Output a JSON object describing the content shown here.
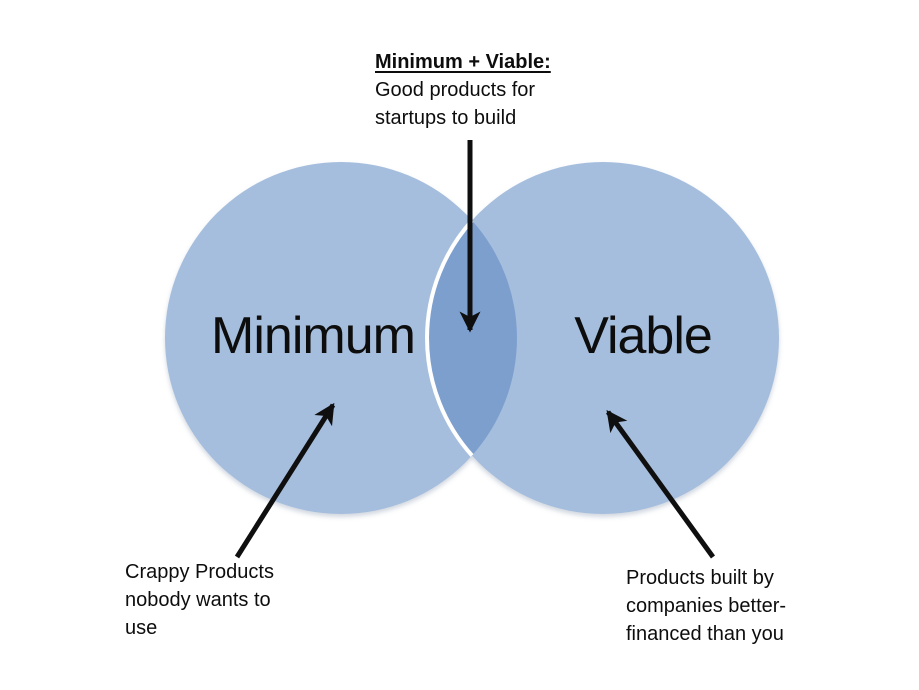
{
  "colors": {
    "circle_fill": "#a6bedd",
    "overlap_fill": "#7c9fce",
    "divider": "#ffffff",
    "arrow": "#0f0f0f",
    "text": "#0d0d0d",
    "shadow": "#7e8da6"
  },
  "circles": {
    "left_label": "Minimum",
    "right_label": "Viable"
  },
  "annotations": {
    "top": {
      "heading": "Minimum + Viable:",
      "lines": [
        "Good products for",
        "startups to build"
      ]
    },
    "bottom_left": {
      "lines": [
        "Crappy Products",
        "nobody wants to",
        "use"
      ]
    },
    "bottom_right": {
      "lines": [
        "Products built by",
        "companies better-",
        "financed than you"
      ]
    }
  }
}
